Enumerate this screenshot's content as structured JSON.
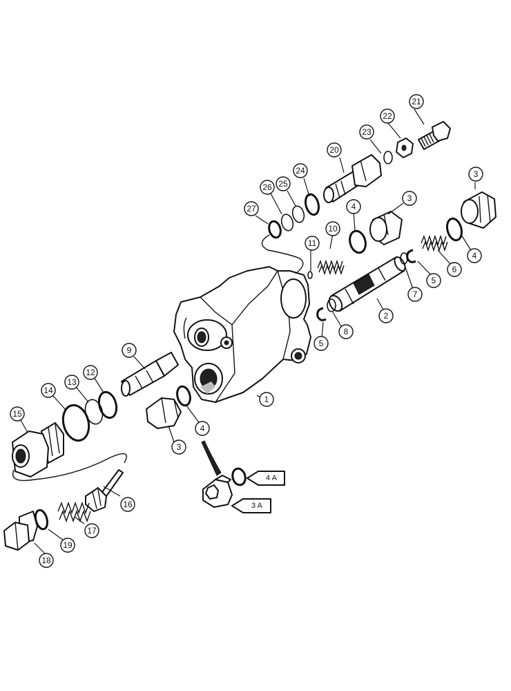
{
  "callouts": [
    {
      "label": "1"
    },
    {
      "label": "2"
    },
    {
      "label": "3"
    },
    {
      "label": "3"
    },
    {
      "label": "3"
    },
    {
      "label": "4"
    },
    {
      "label": "4"
    },
    {
      "label": "4"
    },
    {
      "label": "5"
    },
    {
      "label": "5"
    },
    {
      "label": "6"
    },
    {
      "label": "7"
    },
    {
      "label": "8"
    },
    {
      "label": "9"
    },
    {
      "label": "10"
    },
    {
      "label": "11"
    },
    {
      "label": "12"
    },
    {
      "label": "13"
    },
    {
      "label": "14"
    },
    {
      "label": "15"
    },
    {
      "label": "16"
    },
    {
      "label": "17"
    },
    {
      "label": "18"
    },
    {
      "label": "19"
    },
    {
      "label": "20"
    },
    {
      "label": "21"
    },
    {
      "label": "22"
    },
    {
      "label": "23"
    },
    {
      "label": "24"
    },
    {
      "label": "25"
    },
    {
      "label": "26"
    },
    {
      "label": "27"
    }
  ],
  "tags": [
    {
      "label": "4 A"
    },
    {
      "label": "3 A"
    }
  ]
}
